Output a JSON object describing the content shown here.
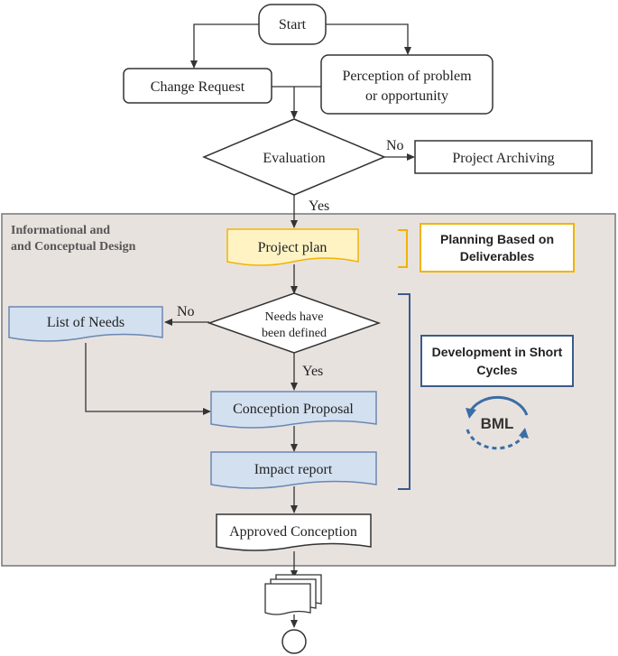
{
  "start": "Start",
  "change_request": "Change Request",
  "perception": [
    "Perception of problem",
    "or opportunity"
  ],
  "evaluation": "Evaluation",
  "no_label": "No",
  "yes_label": "Yes",
  "project_archiving": "Project Archiving",
  "section_title": [
    "Informational and",
    "and Conceptual Design"
  ],
  "project_plan": "Project plan",
  "planning_based": [
    "Planning Based on",
    "Deliverables"
  ],
  "list_of_needs": "List of Needs",
  "needs_defined": [
    "Needs have",
    "been defined"
  ],
  "needs_no": "No",
  "needs_yes": "Yes",
  "development_short": [
    "Development in Short",
    "Cycles"
  ],
  "bml": "BML",
  "conception_proposal": "Conception Proposal",
  "impact_report": "Impact report",
  "approved_conception": "Approved Conception",
  "colors": {
    "panel_bg": "#e8e2df",
    "panel_border": "#777777",
    "yellow_fill": "#fff3c4",
    "yellow_border": "#f0b400",
    "blue_fill": "#d3e0f0",
    "blue_border": "#6a88b2",
    "bracket_blue": "#3a5c8a",
    "cycle_blue": "#3a6ea5",
    "line": "#333333"
  },
  "icons": [
    "bml-cycle-icon",
    "document-stack-icon",
    "end-circle-icon"
  ]
}
